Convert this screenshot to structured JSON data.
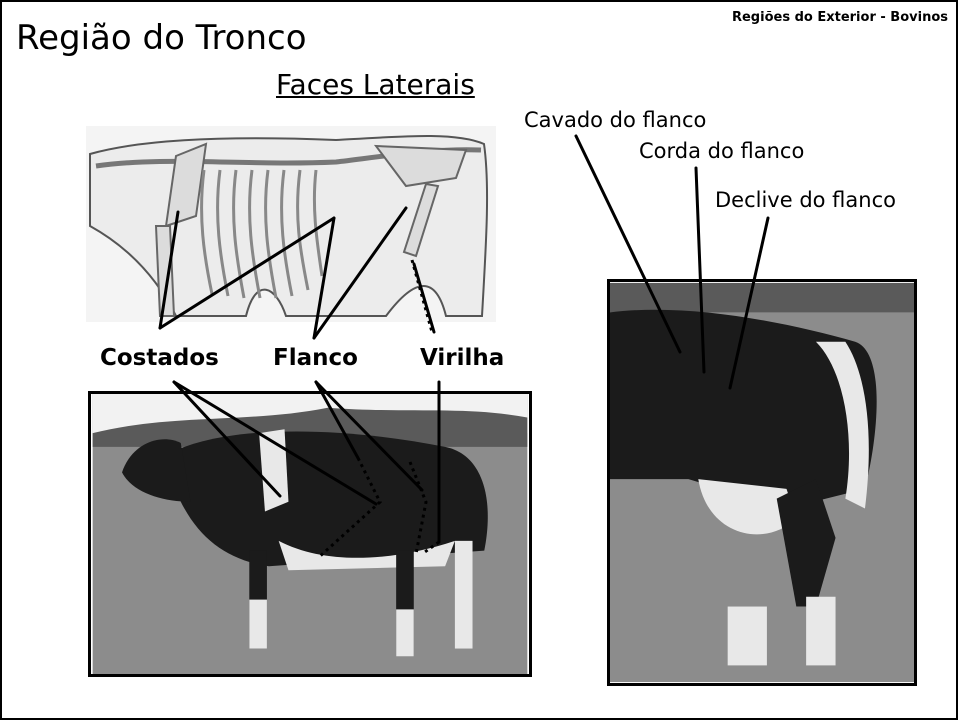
{
  "header": {
    "section_note": "Regiões do Exterior - Bovinos",
    "title": "Região do Tronco",
    "subtitle": "Faces Laterais"
  },
  "labels": {
    "costados": "Costados",
    "flanco": "Flanco",
    "virilha": "Virilha",
    "cavado": "Cavado do flanco",
    "corda": "Corda do flanco",
    "declive": "Declive do flanco"
  },
  "colors": {
    "line": "#000000",
    "black_coat": "#1b1b1b",
    "white_coat": "#e8e8e8",
    "grass": "#8c8c8c",
    "sky": "#f2f2f2",
    "trees": "#5a5a5a",
    "skeleton_bg": "#f4f4f4"
  },
  "icons": {
    "skeleton": "cow-skeleton-illustration",
    "cow_full": "cow-side-photo",
    "cow_rear": "cow-hindquarter-photo"
  }
}
